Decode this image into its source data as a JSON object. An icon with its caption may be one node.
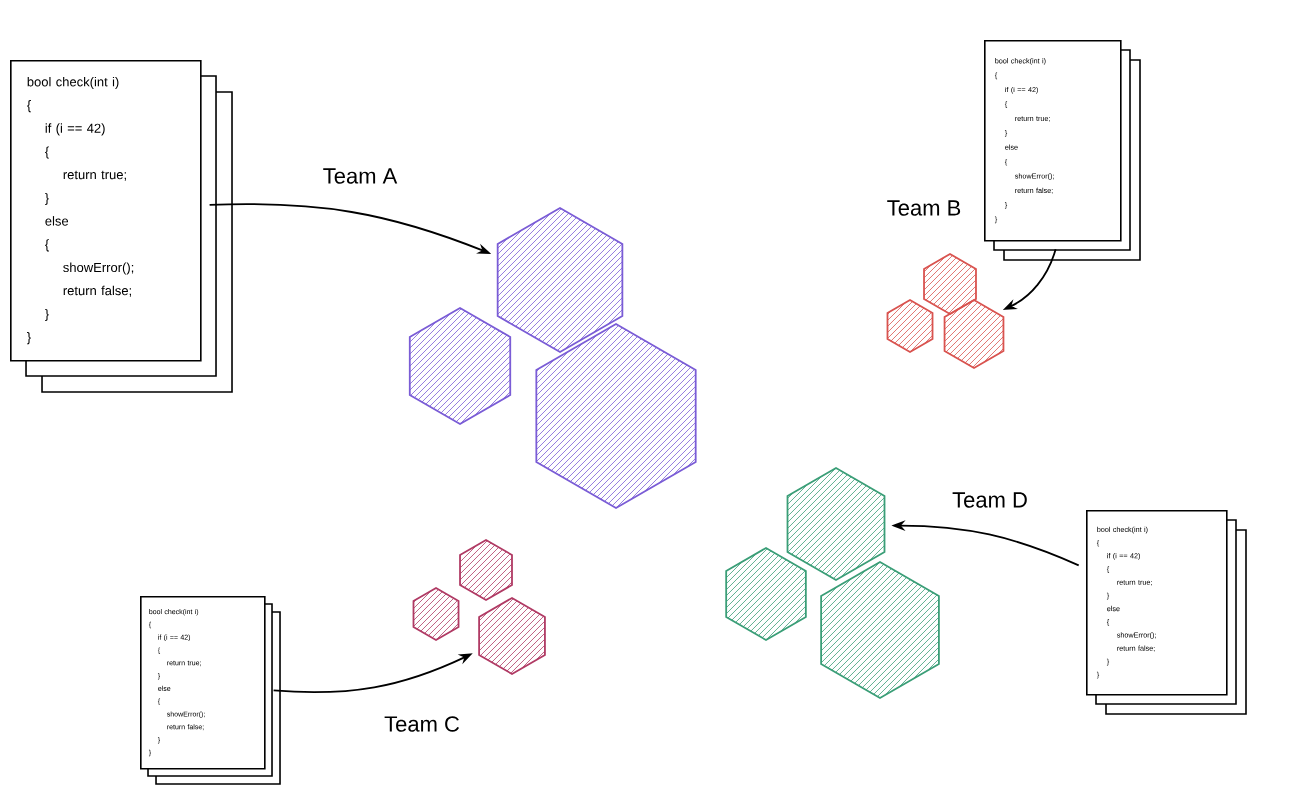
{
  "diagram": {
    "nodes": [
      {
        "text": [
          "bool check(int i)",
          "{",
          "if (i == 42)",
          "{",
          "return true;",
          "}",
          "else",
          "{",
          "showError();",
          "return false;",
          "}",
          "}"
        ]
      },
      {
        "text": [],
        "shape": "hexagon"
      },
      {
        "text": [],
        "shape": "hexagon"
      },
      {
        "text": [],
        "shape": "hexagon"
      },
      {
        "text": [
          "bool check(int i)",
          "{",
          "if (i == 42)",
          "{",
          "return true;",
          "}",
          "else",
          "{",
          "showError();",
          "return false;",
          "}",
          "}"
        ]
      },
      {
        "text": [],
        "shape": "hexagon"
      },
      {
        "text": [],
        "shape": "hexagon"
      },
      {
        "text": [],
        "shape": "hexagon"
      },
      {
        "text": [
          "bool check(int i)",
          "{",
          "if (i == 42)",
          "{",
          "return true;",
          "}",
          "else",
          "{",
          "showError();",
          "return false;",
          "}",
          "}"
        ]
      },
      {
        "text": [],
        "shape": "hexagon"
      },
      {
        "text": [],
        "shape": "hexagon"
      },
      {
        "text": [],
        "shape": "hexagon"
      },
      {
        "text": [
          "bool check(int i)",
          "{",
          "if (i == 42)",
          "{",
          "return true;",
          "}",
          "else",
          "{",
          "showError();",
          "return false;",
          "}",
          "}"
        ]
      },
      {
        "text": [],
        "shape": "hexagon"
      },
      {
        "text": [],
        "shape": "hexagon"
      },
      {
        "text": [],
        "shape": "hexagon"
      }
    ],
    "edges": [
      {
        "from": 0,
        "to": 1,
        "arrow": "to",
        "label": "Team A"
      },
      {
        "from": 4,
        "to": 7,
        "arrow": "to",
        "label": "Team B"
      },
      {
        "from": 8,
        "to": 11,
        "arrow": "to",
        "label": "Team C"
      },
      {
        "from": 12,
        "to": 13,
        "arrow": "to",
        "label": "Team D"
      }
    ]
  }
}
